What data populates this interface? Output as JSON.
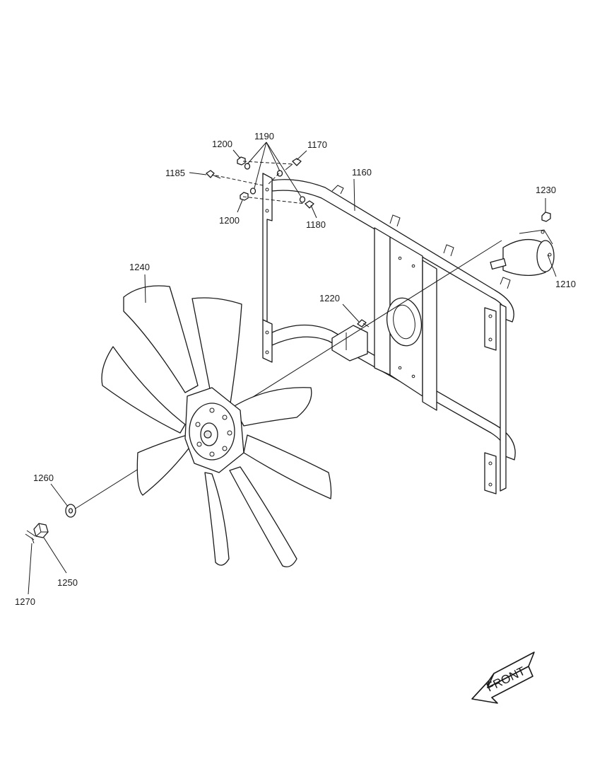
{
  "callouts": {
    "c1160": "1160",
    "c1170": "1170",
    "c1180": "1180",
    "c1185": "1185",
    "c1190": "1190",
    "c1200_top": "1200",
    "c1200_bottom": "1200",
    "c1210": "1210",
    "c1220": "1220",
    "c1230": "1230",
    "c1240": "1240",
    "c1250": "1250",
    "c1260": "1260",
    "c1270": "1270"
  },
  "front_arrow": {
    "label": "FRONT"
  }
}
